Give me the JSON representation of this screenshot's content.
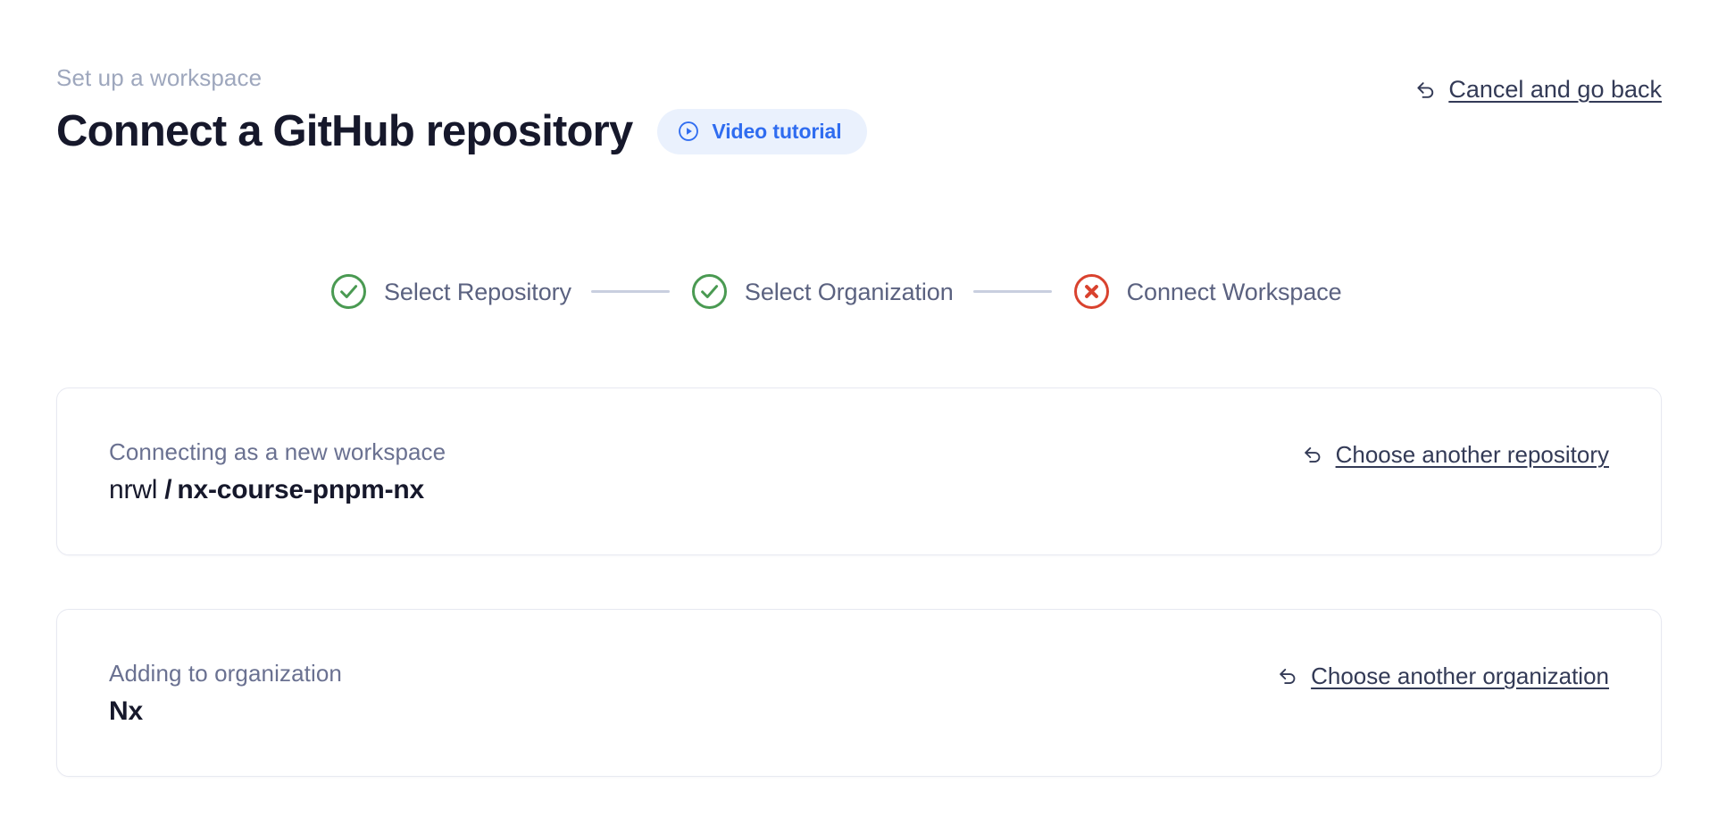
{
  "header": {
    "eyebrow": "Set up a workspace",
    "title": "Connect a GitHub repository",
    "video_badge": {
      "label": "Video tutorial",
      "icon": "play-circle-icon",
      "bg_color": "#eaf1fd",
      "text_color": "#2f6cf0"
    },
    "cancel_link": {
      "label": "Cancel and go back",
      "icon": "undo-arrow-icon",
      "text_color": "#333a56"
    }
  },
  "stepper": {
    "connector_color": "#c9cfdf",
    "steps": [
      {
        "label": "Select Repository",
        "state": "complete",
        "icon": "check-circle-icon",
        "color": "#4a9a52"
      },
      {
        "label": "Select Organization",
        "state": "complete",
        "icon": "check-circle-icon",
        "color": "#4a9a52"
      },
      {
        "label": "Connect Workspace",
        "state": "error",
        "icon": "x-circle-icon",
        "color": "#d9422e"
      }
    ]
  },
  "cards": [
    {
      "label": "Connecting as a new workspace",
      "owner": "nrwl",
      "separator": "/",
      "name": "nx-course-pnpm-nx",
      "action": {
        "label": "Choose another repository",
        "icon": "undo-arrow-icon"
      }
    },
    {
      "label": "Adding to organization",
      "value": "Nx",
      "action": {
        "label": "Choose another organization",
        "icon": "undo-arrow-icon"
      }
    }
  ]
}
